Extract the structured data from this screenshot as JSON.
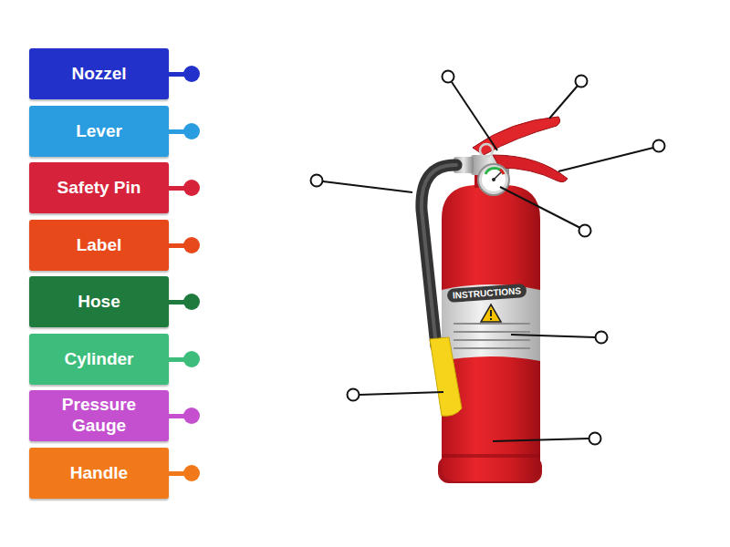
{
  "diagram": {
    "nodes": [
      {
        "text": [
          "Nozzel"
        ]
      },
      {
        "text": [
          "Lever"
        ]
      },
      {
        "text": [
          "Safety Pin"
        ]
      },
      {
        "text": [
          "Label"
        ]
      },
      {
        "text": [
          "Hose"
        ]
      },
      {
        "text": [
          "Cylinder"
        ]
      },
      {
        "text": [
          "Pressure Gauge"
        ]
      },
      {
        "text": [
          "Handle"
        ]
      }
    ],
    "labels": [
      "INSTRUCTIONS"
    ]
  }
}
